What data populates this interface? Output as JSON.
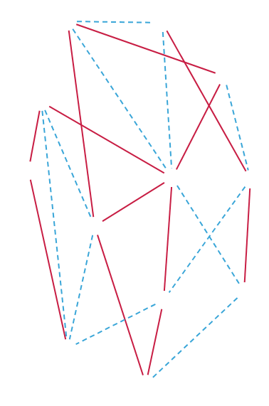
{
  "diagram": {
    "nodes": [
      {
        "text": [
          "−",
          "+"
        ]
      },
      {
        "text": [
          "−",
          "+"
        ]
      },
      {
        "text": [
          "−",
          "+"
        ]
      },
      {
        "text": [
          "−",
          "+"
        ]
      },
      {
        "text": [
          "+",
          "−"
        ]
      },
      {
        "text": [
          "+",
          "−"
        ]
      }
    ],
    "edges": [
      {
        "from": 0,
        "to": 1,
        "arrow": "none"
      },
      {
        "from": 0,
        "to": 2,
        "arrow": "none"
      },
      {
        "from": 1,
        "to": 3,
        "arrow": "none"
      },
      {
        "from": 0,
        "to": 3,
        "arrow": "none"
      },
      {
        "from": 0,
        "to": 2,
        "arrow": "none"
      },
      {
        "from": 2,
        "to": 5,
        "arrow": "none"
      },
      {
        "from": 2,
        "to": 3,
        "arrow": "none"
      },
      {
        "from": 2,
        "to": 5,
        "arrow": "none"
      },
      {
        "from": 3,
        "to": 4,
        "arrow": "none"
      },
      {
        "from": 3,
        "to": 4,
        "arrow": "none"
      },
      {
        "from": 4,
        "to": 5,
        "arrow": "none"
      },
      {
        "from": 1,
        "to": 3,
        "arrow": "none"
      },
      {
        "from": 0,
        "to": 1,
        "arrow": "none"
      },
      {
        "from": 0,
        "to": 3,
        "arrow": "none"
      },
      {
        "from": 1,
        "to": 3,
        "arrow": "none"
      },
      {
        "from": 0,
        "to": 2,
        "arrow": "none"
      },
      {
        "from": 1,
        "to": 3,
        "arrow": "none"
      },
      {
        "from": 3,
        "to": 4,
        "arrow": "none"
      },
      {
        "from": 2,
        "to": 5,
        "arrow": "none"
      },
      {
        "from": 3,
        "to": 4,
        "arrow": "none"
      },
      {
        "from": 4,
        "to": 5,
        "arrow": "none"
      },
      {
        "from": 4,
        "to": 5,
        "arrow": "none"
      },
      {
        "from": 0,
        "to": 5,
        "arrow": "none"
      }
    ]
  }
}
